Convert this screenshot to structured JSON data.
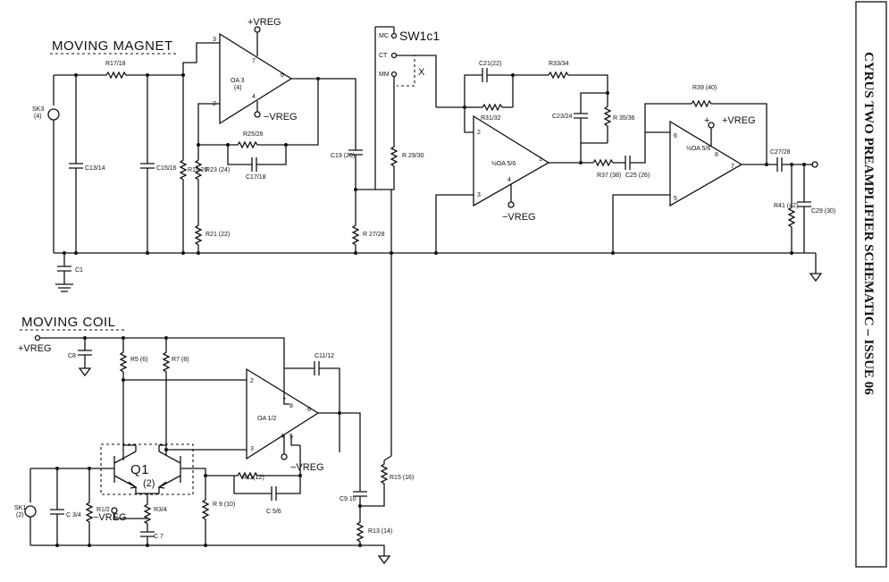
{
  "title": "CYRUS TWO PREAMPLIFIER SCHEMATIC – ISSUE 06",
  "sections": {
    "moving_magnet": "MOVING MAGNET",
    "moving_coil": "MOVING COIL"
  },
  "supply": {
    "vreg_pos": "+VREG",
    "vreg_neg": "−VREG",
    "plus": "+",
    "minus": "−"
  },
  "switch": {
    "name": "SW1c1",
    "mc": "MC",
    "ct": "CT",
    "mm": "MM",
    "x": "X"
  },
  "opamps": {
    "oa3": "OA 3",
    "oa3_ref": "(4)",
    "oa12": "OA 1/2",
    "oa56a": "½OA 5/6",
    "oa56b": "½OA 5/6"
  },
  "transistor": {
    "name": "Q1",
    "ref": "(2)"
  },
  "pins": [
    "3",
    "2",
    "7",
    "4",
    "6",
    "2",
    "3",
    "7",
    "8",
    "4",
    "5",
    "6",
    "2",
    "3",
    "4",
    "1",
    "6",
    "5",
    "8",
    "7"
  ],
  "components": {
    "sk3": "SK3",
    "sk3_ref": "(4)",
    "r1718": "R17/18",
    "c1314": "C13/14",
    "c1516": "C15/16",
    "r1920": "R19 20",
    "r2324": "R23 (24)",
    "r2526": "R25/26",
    "c1718": "C17/18",
    "r2122": "R21 (22)",
    "c1920": "C19 (20)",
    "r2930": "R 29/30",
    "r2728": "R 27/28",
    "c1": "C1",
    "c2122": "C21(22)",
    "r3334": "R33/34",
    "r3132": "R31/32",
    "c2324": "C23/24",
    "r3536": "R 35/36",
    "r3738": "R37 (38)",
    "c2526": "C25 (26)",
    "r3940": "R39 (40)",
    "c2728": "C27/28",
    "r4142": "R41 (42)",
    "c2930": "C29 (30)",
    "c8": "C8",
    "r56": "R5 (6)",
    "r78": "R7 (8)",
    "c1112": "C11/12",
    "sk1": "SK1",
    "sk1_ref": "(2)",
    "c34": "C 3/4",
    "r12": "R1/2",
    "r34": "R3/4",
    "c7": "C 7",
    "r910": "R 9 (10)",
    "r1112": "R11(12)",
    "c56": "C 5/6",
    "c910": "C9 10",
    "r1516": "R15 (16)",
    "r1314": "R13 (14)"
  }
}
